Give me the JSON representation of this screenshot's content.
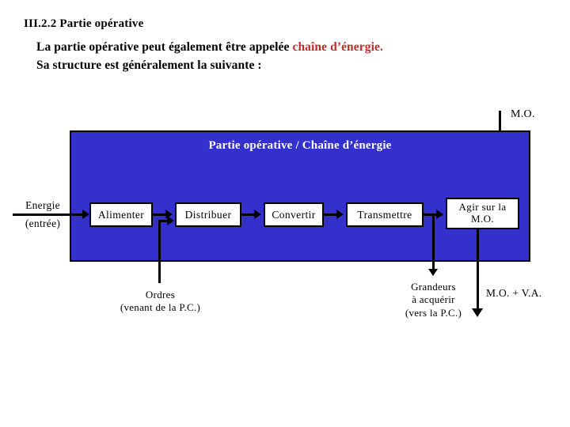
{
  "document": {
    "heading": "III.2.2  Partie opérative",
    "paragraph_line_1_prefix": "La partie opérative peut également être appelée ",
    "paragraph_line_1_accent": "chaîne d’énergie",
    "paragraph_line_1_suffix": ".",
    "paragraph_line_2": "Sa structure est généralement la suivante :"
  },
  "colors": {
    "panel_blue": "#3330CC",
    "accent_red": "#C42B2B",
    "panel_title_text": "#FFFFFF",
    "stroke_black": "#000000",
    "box_fill": "#FFFFFF"
  },
  "diagram": {
    "panel_title": "Partie opérative / Chaîne d’énergie",
    "boxes": [
      {
        "id": "alimenter",
        "label": "Alimenter"
      },
      {
        "id": "distribuer",
        "label": "Distribuer"
      },
      {
        "id": "convertir",
        "label": "Convertir"
      },
      {
        "id": "transmettre",
        "label": "Transmettre"
      },
      {
        "id": "agir",
        "label_line_1": "Agir sur la",
        "label_line_2": "M.O."
      }
    ],
    "labels": {
      "mo_top": "M.O.",
      "energie": "Energie",
      "energie_entree": "(entrée)",
      "ordres_line_1": "Ordres",
      "ordres_line_2": "(venant de la P.C.)",
      "grandeurs_line_1": "Grandeurs",
      "grandeurs_line_2": "à acquérir",
      "grandeurs_line_3": "(vers la P.C.)",
      "mo_va": "M.O. + V.A."
    }
  }
}
